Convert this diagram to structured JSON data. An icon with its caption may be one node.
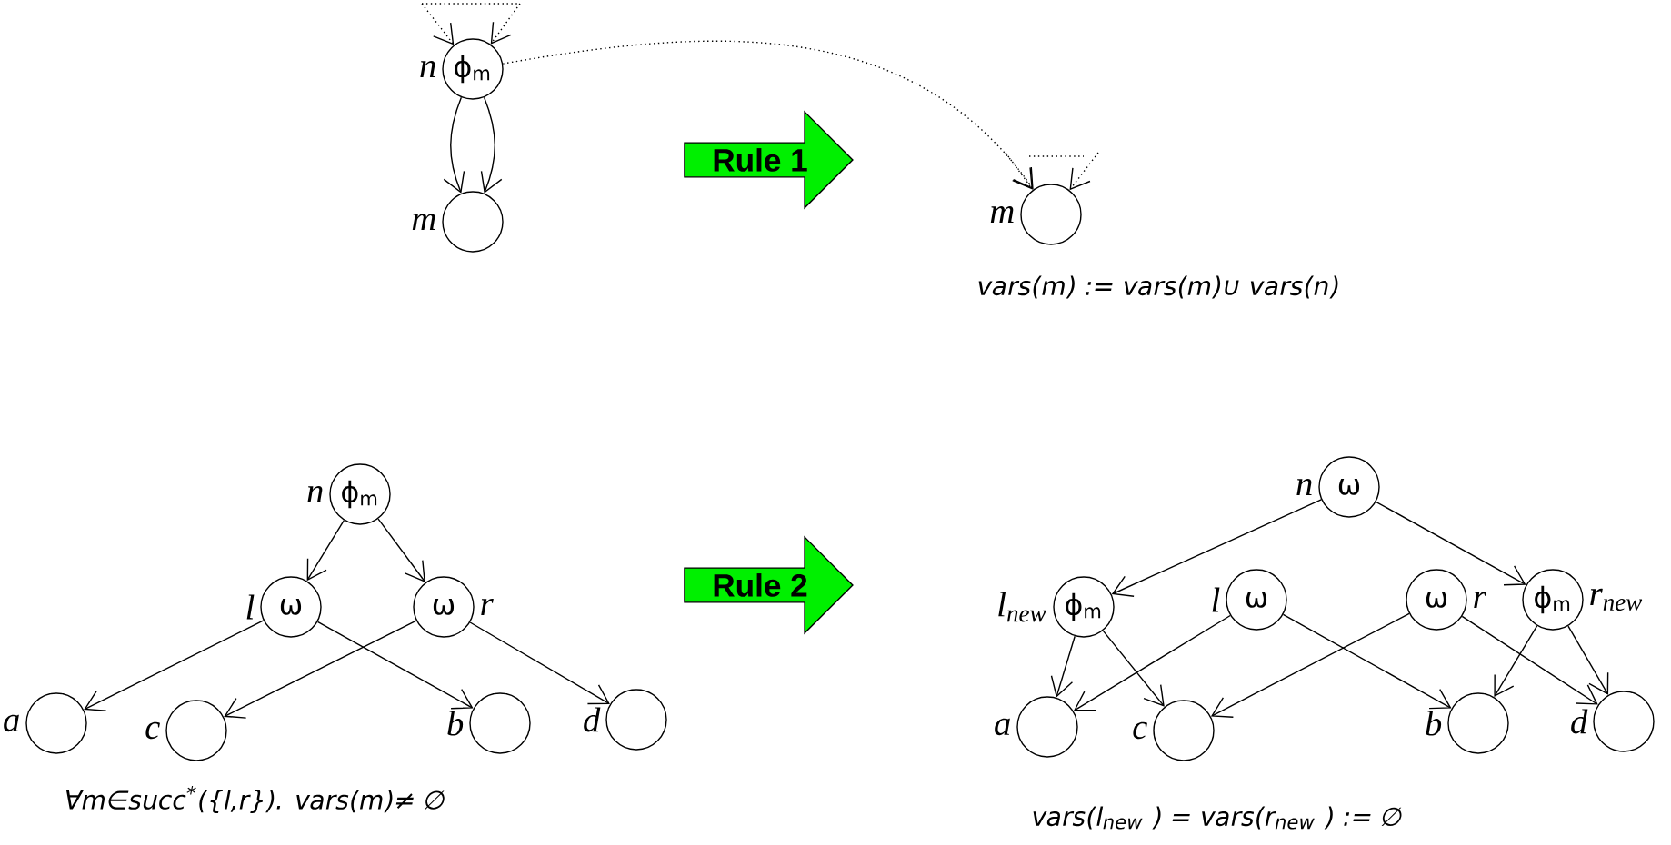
{
  "diagram": {
    "nodes": [
      {
        "text": [
          "ϕ$_{m}$"
        ],
        "beside": [
          "n"
        ]
      },
      {
        "text": [],
        "shape": "circle",
        "beside": [
          "m"
        ]
      },
      {
        "text": [
          "Rule 1"
        ]
      },
      {
        "text": [],
        "shape": "circle",
        "beside": [
          "m"
        ]
      },
      {
        "text": [
          "ϕ$_{m}$"
        ],
        "beside": [
          "n"
        ]
      },
      {
        "text": [
          "ω"
        ],
        "beside": [
          "l"
        ]
      },
      {
        "text": [
          "ω"
        ],
        "beside": [
          "r"
        ]
      },
      {
        "text": [],
        "shape": "circle",
        "beside": [
          "a"
        ]
      },
      {
        "text": [],
        "shape": "circle",
        "beside": [
          "c"
        ]
      },
      {
        "text": [],
        "shape": "circle",
        "beside": [
          "b"
        ]
      },
      {
        "text": [],
        "shape": "circle",
        "beside": [
          "d"
        ]
      },
      {
        "text": [
          "Rule 2"
        ]
      },
      {
        "text": [
          "ω"
        ],
        "beside": [
          "n"
        ]
      },
      {
        "text": [
          "ϕ$_{m}$"
        ],
        "beside": [
          "l$_{new}$"
        ]
      },
      {
        "text": [
          "ω"
        ],
        "beside": [
          "l"
        ]
      },
      {
        "text": [
          "ω"
        ],
        "beside": [
          "r"
        ]
      },
      {
        "text": [
          "ϕ$_{m}$"
        ],
        "beside": [
          "r$_{new}$"
        ]
      },
      {
        "text": [],
        "shape": "circle",
        "beside": [
          "a"
        ]
      },
      {
        "text": [],
        "shape": "circle",
        "beside": [
          "c"
        ]
      },
      {
        "text": [],
        "shape": "circle",
        "beside": [
          "b"
        ]
      },
      {
        "text": [],
        "shape": "circle",
        "beside": [
          "d"
        ]
      }
    ],
    "edges": [
      {
        "from": null,
        "to": 0,
        "arrow": "to",
        "style": "dashed"
      },
      {
        "from": null,
        "to": 0,
        "arrow": "to",
        "style": "dashed"
      },
      {
        "from": 0,
        "to": 1,
        "arrow": "to"
      },
      {
        "from": 0,
        "to": 1,
        "arrow": "to"
      },
      {
        "from": 0,
        "to": 3,
        "arrow": "to",
        "style": "dashed"
      },
      {
        "from": null,
        "to": 3,
        "arrow": "to",
        "style": "dashed"
      },
      {
        "from": null,
        "to": 3,
        "arrow": "to",
        "style": "dashed"
      },
      {
        "from": 4,
        "to": 5,
        "arrow": "to"
      },
      {
        "from": 4,
        "to": 6,
        "arrow": "to"
      },
      {
        "from": 5,
        "to": 7,
        "arrow": "to"
      },
      {
        "from": 5,
        "to": 9,
        "arrow": "to"
      },
      {
        "from": 6,
        "to": 8,
        "arrow": "to"
      },
      {
        "from": 6,
        "to": 10,
        "arrow": "to"
      },
      {
        "from": 12,
        "to": 13,
        "arrow": "to"
      },
      {
        "from": 12,
        "to": 16,
        "arrow": "to"
      },
      {
        "from": 13,
        "to": 17,
        "arrow": "to"
      },
      {
        "from": 13,
        "to": 18,
        "arrow": "to"
      },
      {
        "from": 14,
        "to": 17,
        "arrow": "to"
      },
      {
        "from": 14,
        "to": 19,
        "arrow": "to"
      },
      {
        "from": 15,
        "to": 18,
        "arrow": "to"
      },
      {
        "from": 15,
        "to": 20,
        "arrow": "to"
      },
      {
        "from": 16,
        "to": 19,
        "arrow": "to"
      },
      {
        "from": 16,
        "to": 20,
        "arrow": "to"
      }
    ],
    "labels": [
      "vars(m) := vars(m)∪ vars(n)",
      "∀m∈succ$^{*}$({l,r}). vars(m)≠ ∅",
      "vars(l$_{new}$ ) = vars(r$_{new}$ ) := ∅"
    ]
  }
}
